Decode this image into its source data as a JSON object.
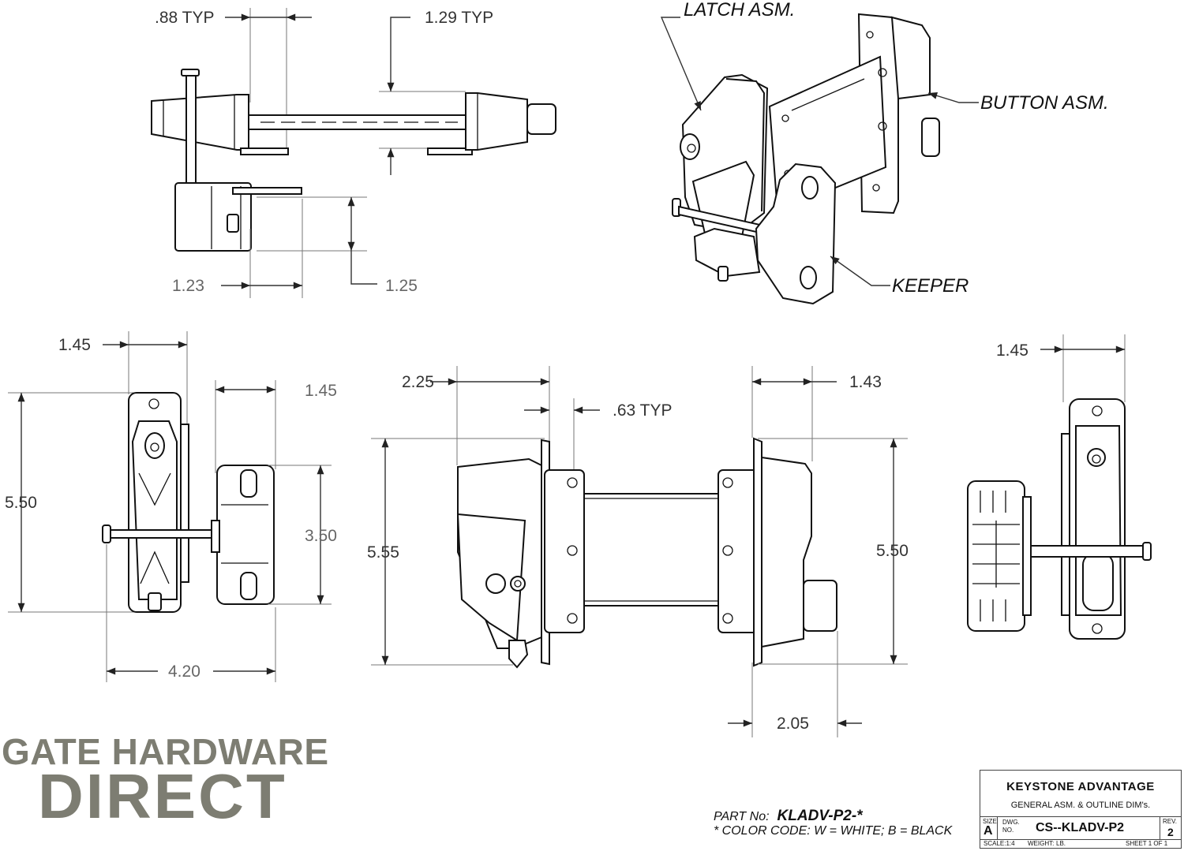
{
  "dimensions": {
    "d_088": ".88 TYP",
    "d_129": "1.29 TYP",
    "d_123": "1.23",
    "d_125": "1.25",
    "d_145_a": "1.45",
    "d_145_b": "1.45",
    "d_145_c": "1.45",
    "d_550_a": "5.50",
    "d_350": "3.50",
    "d_420": "4.20",
    "d_225": "2.25",
    "d_063": ".63 TYP",
    "d_143": "1.43",
    "d_555": "5.55",
    "d_550_b": "5.50",
    "d_205": "2.05"
  },
  "callouts": {
    "latch": "LATCH ASM.",
    "button": "BUTTON ASM.",
    "keeper": "KEEPER"
  },
  "logo": {
    "line1": "GATE HARDWARE",
    "line2": "DIRECT",
    "color": "#7d7d72"
  },
  "part": {
    "label": "PART No:",
    "number": "KLADV-P2-*",
    "color_code": "* COLOR CODE:  W = WHITE;  B = BLACK"
  },
  "title_block": {
    "title": "KEYSTONE ADVANTAGE",
    "subtitle": "GENERAL ASM. & OUTLINE DIM's.",
    "size_label": "SIZE",
    "size": "A",
    "dwg_label": "DWG.\nNO.",
    "dwg_no": "CS--KLADV-P2",
    "rev_label": "REV.",
    "rev": "2",
    "scale": "SCALE:1:4",
    "weight": "WEIGHT:",
    "weight_unit": "LB.",
    "sheet": "SHEET 1 OF 1"
  }
}
